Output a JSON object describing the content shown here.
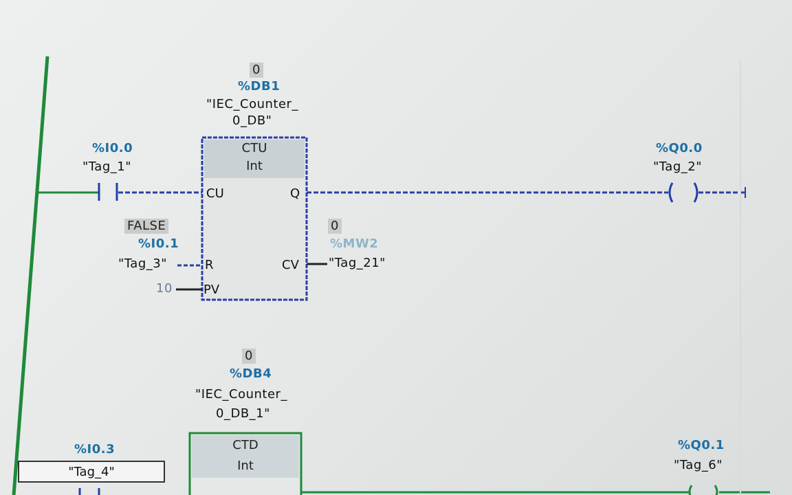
{
  "colors": {
    "power_rail": "#1f8a3a",
    "wire_active": "#2a3fa8",
    "wire_green": "#1f8a3a",
    "address": "#1f6fa3",
    "value_bg": "#c9ccca"
  },
  "network1": {
    "db_value": "0",
    "db_address": "%DB1",
    "db_name_line1": "\"IEC_Counter_",
    "db_name_line2": "0_DB\"",
    "block_type": "CTU",
    "data_type": "Int",
    "pin_cu": "CU",
    "pin_q": "Q",
    "pin_r": "R",
    "pin_pv": "PV",
    "pin_cv": "CV",
    "contact_cu_address": "%I0.0",
    "contact_cu_tag": "\"Tag_1\"",
    "reset_value": "FALSE",
    "reset_address": "%I0.1",
    "reset_tag": "\"Tag_3\"",
    "pv_value": "10",
    "cv_value": "0",
    "cv_address": "%MW2",
    "cv_tag": "\"Tag_21\"",
    "coil_address": "%Q0.0",
    "coil_tag": "\"Tag_2\""
  },
  "network2": {
    "db_value": "0",
    "db_address": "%DB4",
    "db_name_line1": "\"IEC_Counter_",
    "db_name_line2": "0_DB_1\"",
    "block_type": "CTD",
    "data_type": "Int",
    "contact_address": "%I0.3",
    "contact_tag": "\"Tag_4\"",
    "coil_address": "%Q0.1",
    "coil_tag": "\"Tag_6\""
  }
}
